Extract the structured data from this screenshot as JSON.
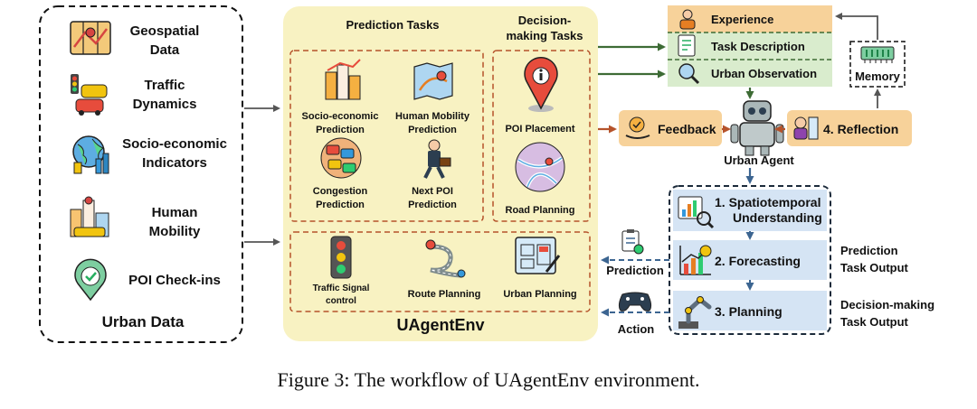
{
  "urban_data": {
    "title": "Urban Data",
    "items": [
      {
        "icon": "map-icon",
        "lines": [
          "Geospatial",
          "Data"
        ]
      },
      {
        "icon": "traffic-icon",
        "lines": [
          "Traffic",
          "Dynamics"
        ]
      },
      {
        "icon": "globe-icon",
        "lines": [
          "Socio-economic",
          "Indicators"
        ]
      },
      {
        "icon": "city-icon",
        "lines": [
          "Human",
          "Mobility"
        ]
      },
      {
        "icon": "checkin-icon",
        "lines": [
          "POI Check-ins"
        ]
      }
    ]
  },
  "env": {
    "title": "UAgentEnv",
    "prediction_title": "Prediction Tasks",
    "decision_title": [
      "Decision-",
      "making Tasks"
    ],
    "prediction_tasks": [
      {
        "icon": "buildings-icon",
        "lines": [
          "Socio-economic",
          "Prediction"
        ]
      },
      {
        "icon": "mobility-map-icon",
        "lines": [
          "Human Mobility",
          "Prediction"
        ]
      },
      {
        "icon": "congestion-icon",
        "lines": [
          "Congestion",
          "Prediction"
        ]
      },
      {
        "icon": "walker-icon",
        "lines": [
          "Next POI",
          "Prediction"
        ]
      }
    ],
    "decision_tasks": [
      {
        "icon": "pin-icon",
        "lines": [
          "POI Placement"
        ]
      },
      {
        "icon": "road-map-icon",
        "lines": [
          "Road Planning"
        ]
      }
    ],
    "bottom_tasks": [
      {
        "icon": "traffic-light-icon",
        "lines": [
          "Traffic Signal",
          "control"
        ]
      },
      {
        "icon": "route-icon",
        "lines": [
          "Route Planning"
        ]
      },
      {
        "icon": "blueprint-icon",
        "lines": [
          "Urban Planning"
        ]
      }
    ]
  },
  "agent": {
    "experience": "Experience",
    "task_description": "Task Description",
    "urban_observation": "Urban Observation",
    "memory": "Memory",
    "feedback": "Feedback",
    "reflection": "4. Reflection",
    "agent_name": "Urban Agent",
    "steps": [
      {
        "icon": "analysis-icon",
        "lines": [
          "1.  Spatiotemporal",
          "Understanding"
        ]
      },
      {
        "icon": "forecast-icon",
        "lines": [
          "2.  Forecasting"
        ]
      },
      {
        "icon": "robot-arm-icon",
        "lines": [
          "3.  Planning"
        ]
      }
    ],
    "prediction_output": [
      "Prediction",
      "Task Output"
    ],
    "decision_output": [
      "Decision-making",
      "Task Output"
    ],
    "prediction_label": "Prediction",
    "action_label": "Action"
  },
  "caption": "Figure 3: The workflow of UAgentEnv environment.",
  "colors": {
    "env_fill": "#f8f2c2",
    "dashed_red": "#b5532b",
    "orange": "#f7d29a",
    "green": "#d9eccd",
    "blue": "#d5e4f4",
    "arrow_gray": "#555555",
    "arrow_green": "#3d6b35",
    "arrow_blue": "#3c6591",
    "arrow_orange": "#b5532b"
  }
}
